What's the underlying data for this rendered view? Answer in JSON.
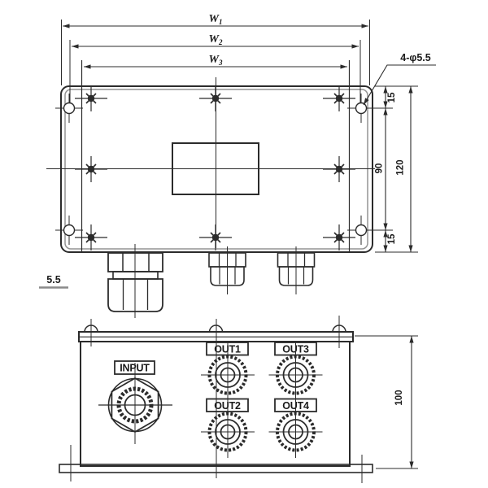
{
  "colors": {
    "line": "#2b2b2b",
    "secondary_line": "#949494",
    "background": "#ffffff",
    "text": "#1a1a1a"
  },
  "top_view": {
    "width_dims": [
      {
        "base": "W",
        "sub": "1"
      },
      {
        "base": "W",
        "sub": "2"
      },
      {
        "base": "W",
        "sub": "3"
      }
    ],
    "corner_hole_callout": "4-φ5.5",
    "left_note": "5.5",
    "height_dims": {
      "top_margin": "15",
      "hole_span": "90",
      "overall": "120",
      "bottom_margin": "15"
    }
  },
  "front_view": {
    "port_labels": {
      "input": "INPUT",
      "out1": "OUT1",
      "out2": "OUT2",
      "out3": "OUT3",
      "out4": "OUT4"
    },
    "overall_height": "100"
  }
}
